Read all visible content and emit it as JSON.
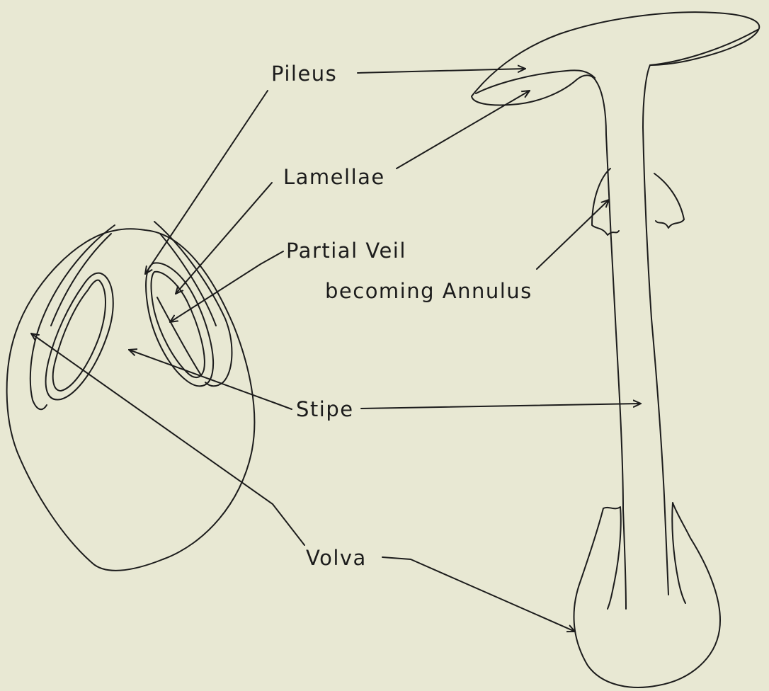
{
  "labels": {
    "pileus": "Pileus",
    "lamellae": "Lamellae",
    "partial_veil_line1": "Partial Veil",
    "partial_veil_line2": "becoming Annulus",
    "stipe": "Stipe",
    "volva": "Volva"
  },
  "colors": {
    "background": "#e8e8d3",
    "ink": "#1c1c1c"
  }
}
